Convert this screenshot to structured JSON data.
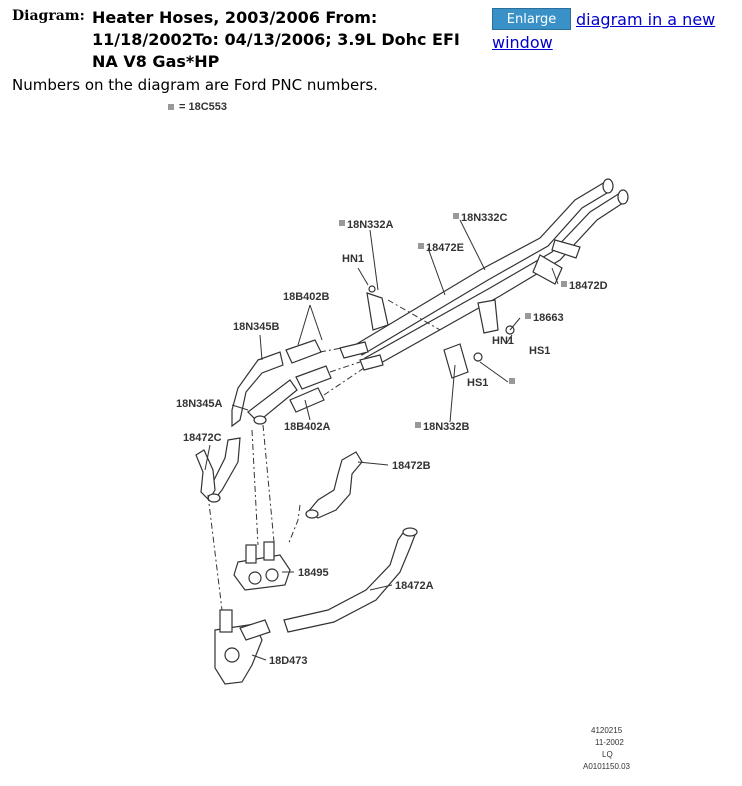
{
  "header": {
    "label": "Diagram:",
    "title": "Heater Hoses, 2003/2006 From: 11/18/2002To: 04/13/2006; 3.9L Dohc EFI NA V8 Gas*HP",
    "enlarge_button": "Enlarge",
    "new_window_link": "diagram in a new window",
    "note": "Numbers on the diagram are Ford PNC numbers.",
    "legend": "= 18C553"
  },
  "diagram": {
    "labels": {
      "n18N332A": "18N332A",
      "n18N332C": "18N332C",
      "n18472E": "18472E",
      "hn1_top": "HN1",
      "n18472D": "18472D",
      "n18663": "18663",
      "n18B402B": "18B402B",
      "n18N345B": "18N345B",
      "hn1_mid": "HN1",
      "hs1_a": "HS1",
      "hs1_b": "HS1",
      "n18N345A": "18N345A",
      "n18B402A": "18B402A",
      "n18N332B": "18N332B",
      "n18472C": "18472C",
      "n18472B": "18472B",
      "n18495": "18495",
      "n18472A": "18472A",
      "n18D473": "18D473"
    },
    "footer": {
      "code1": "4120215",
      "code2": "11-2002",
      "code3": "LQ",
      "code4": "A0101150.03"
    }
  },
  "colors": {
    "link": "#0000cc",
    "button_bg": "#3a91c8",
    "legend_square": "#999999"
  }
}
